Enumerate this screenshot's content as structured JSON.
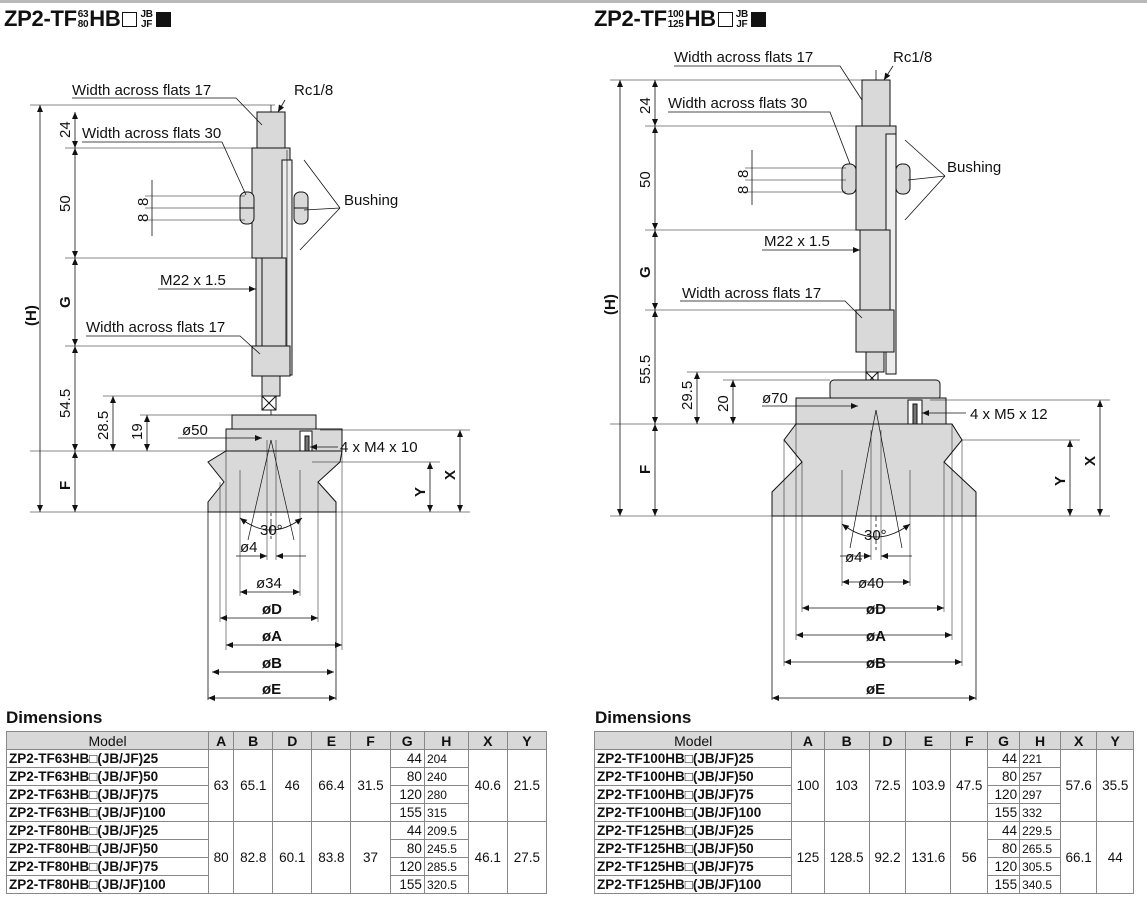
{
  "left": {
    "title": {
      "prefix": "ZP2-TF",
      "frac_top": "63",
      "frac_bot": "80",
      "mid": "HB",
      "sup_top": "JB",
      "sup_bot": "JF"
    },
    "labels": {
      "waf17_top": "Width across flats 17",
      "rc": "Rc1/8",
      "waf30": "Width across flats 30",
      "bushing": "Bushing",
      "m22": "M22 x 1.5",
      "waf17_mid": "Width across flats 17",
      "phi50": "ø50",
      "m4": "4 x M4 x 10",
      "angle": "30°",
      "phi4": "ø4",
      "phi34": "ø34",
      "phiD": "øD",
      "phiA": "øA",
      "phiB": "øB",
      "phiE": "øE",
      "d24": "24",
      "d50": "50",
      "d8a": "8",
      "d8b": "8",
      "dG": "G",
      "dH": "(H)",
      "d545": "54.5",
      "d285": "28.5",
      "d19": "19",
      "dF": "F",
      "dX": "X",
      "dY": "Y"
    },
    "table_heading": "Dimensions",
    "columns": [
      "Model",
      "A",
      "B",
      "D",
      "E",
      "F",
      "G",
      "H",
      "X",
      "Y"
    ],
    "groups": [
      {
        "models": [
          "ZP2-TF63HB□(JB/JF)25",
          "ZP2-TF63HB□(JB/JF)50",
          "ZP2-TF63HB□(JB/JF)75",
          "ZP2-TF63HB□(JB/JF)100"
        ],
        "A": "63",
        "B": "65.1",
        "D": "46",
        "E": "66.4",
        "F": "31.5",
        "G": [
          "44",
          "80",
          "120",
          "155"
        ],
        "H": [
          "204",
          "240",
          "280",
          "315"
        ],
        "X": "40.6",
        "Y": "21.5"
      },
      {
        "models": [
          "ZP2-TF80HB□(JB/JF)25",
          "ZP2-TF80HB□(JB/JF)50",
          "ZP2-TF80HB□(JB/JF)75",
          "ZP2-TF80HB□(JB/JF)100"
        ],
        "A": "80",
        "B": "82.8",
        "D": "60.1",
        "E": "83.8",
        "F": "37",
        "G": [
          "44",
          "80",
          "120",
          "155"
        ],
        "H": [
          "209.5",
          "245.5",
          "285.5",
          "320.5"
        ],
        "X": "46.1",
        "Y": "27.5"
      }
    ]
  },
  "right": {
    "title": {
      "prefix": "ZP2-TF",
      "frac_top": "100",
      "frac_bot": "125",
      "mid": "HB",
      "sup_top": "JB",
      "sup_bot": "JF"
    },
    "labels": {
      "waf17_top": "Width across flats 17",
      "rc": "Rc1/8",
      "waf30": "Width across flats 30",
      "bushing": "Bushing",
      "m22": "M22 x 1.5",
      "waf17_mid": "Width across flats 17",
      "phi70": "ø70",
      "m5": "4 x M5 x 12",
      "angle": "30°",
      "phi4": "ø4",
      "phi40": "ø40",
      "phiD": "øD",
      "phiA": "øA",
      "phiB": "øB",
      "phiE": "øE",
      "d24": "24",
      "d50": "50",
      "d8a": "8",
      "d8b": "8",
      "dG": "G",
      "dH": "(H)",
      "d555": "55.5",
      "d295": "29.5",
      "d20": "20",
      "dF": "F",
      "dX": "X",
      "dY": "Y"
    },
    "table_heading": "Dimensions",
    "columns": [
      "Model",
      "A",
      "B",
      "D",
      "E",
      "F",
      "G",
      "H",
      "X",
      "Y"
    ],
    "groups": [
      {
        "models": [
          "ZP2-TF100HB□(JB/JF)25",
          "ZP2-TF100HB□(JB/JF)50",
          "ZP2-TF100HB□(JB/JF)75",
          "ZP2-TF100HB□(JB/JF)100"
        ],
        "A": "100",
        "B": "103",
        "D": "72.5",
        "E": "103.9",
        "F": "47.5",
        "G": [
          "44",
          "80",
          "120",
          "155"
        ],
        "H": [
          "221",
          "257",
          "297",
          "332"
        ],
        "X": "57.6",
        "Y": "35.5"
      },
      {
        "models": [
          "ZP2-TF125HB□(JB/JF)25",
          "ZP2-TF125HB□(JB/JF)50",
          "ZP2-TF125HB□(JB/JF)75",
          "ZP2-TF125HB□(JB/JF)100"
        ],
        "A": "125",
        "B": "128.5",
        "D": "92.2",
        "E": "131.6",
        "F": "56",
        "G": [
          "44",
          "80",
          "120",
          "155"
        ],
        "H": [
          "229.5",
          "265.5",
          "305.5",
          "340.5"
        ],
        "X": "66.1",
        "Y": "44"
      }
    ]
  },
  "colors": {
    "body_gray": "#d9d9d9",
    "ink": "#111111",
    "header_gray": "#d8d8d8"
  }
}
